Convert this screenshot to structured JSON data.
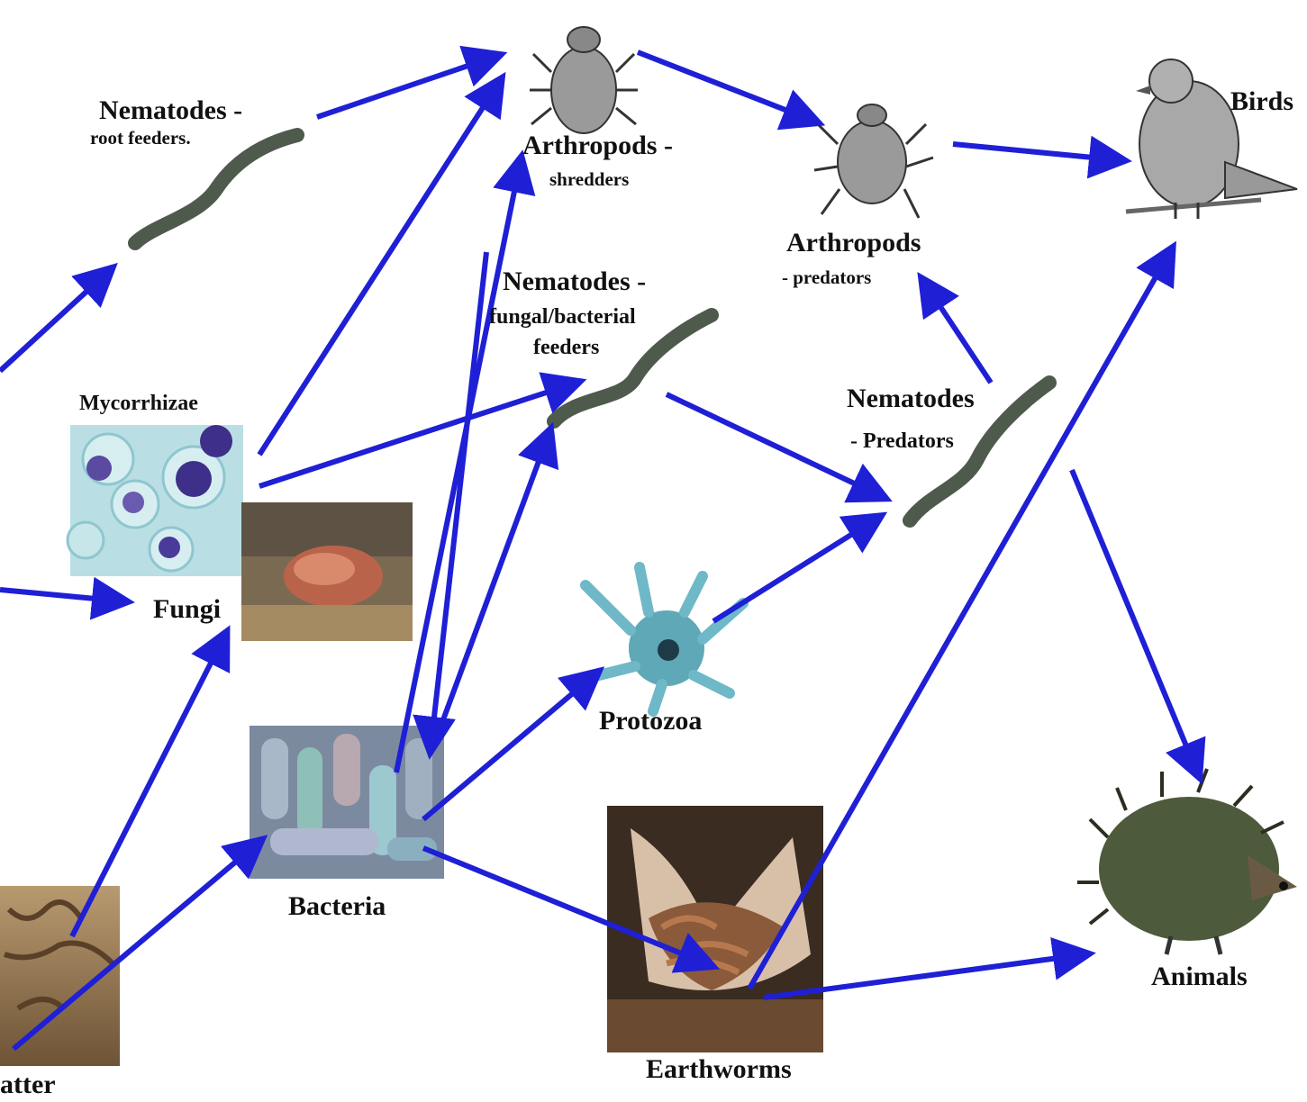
{
  "labels": {
    "nematodes_root": "Nematodes -",
    "nematodes_root_sub": "root feeders.",
    "arthropods_shredders": "Arthropods -",
    "arthropods_shredders_sub": "shredders",
    "arthropods_predators": "Arthropods",
    "arthropods_predators_sub": "- predators",
    "birds": "Birds",
    "nematodes_fb": "Nematodes -",
    "nematodes_fb_sub1": "fungal/bacterial",
    "nematodes_fb_sub2": "feeders",
    "mycorrhizae": "Mycorrhizae",
    "nematodes_pred": "Nematodes",
    "nematodes_pred_sub": "-  Predators",
    "fungi": "Fungi",
    "protozoa": "Protozoa",
    "bacteria": "Bacteria",
    "earthworms": "Earthworms",
    "animals": "Animals",
    "organic_matter_fragment": "atter"
  },
  "colors": {
    "arrow": "#1f1fd6",
    "label": "#111111"
  },
  "icons": {
    "nematode": "nematode-worm-icon",
    "arthropod": "mite-icon",
    "bird": "bird-icon",
    "hedgehog": "hedgehog-icon",
    "protozoa": "amoeba-icon"
  }
}
